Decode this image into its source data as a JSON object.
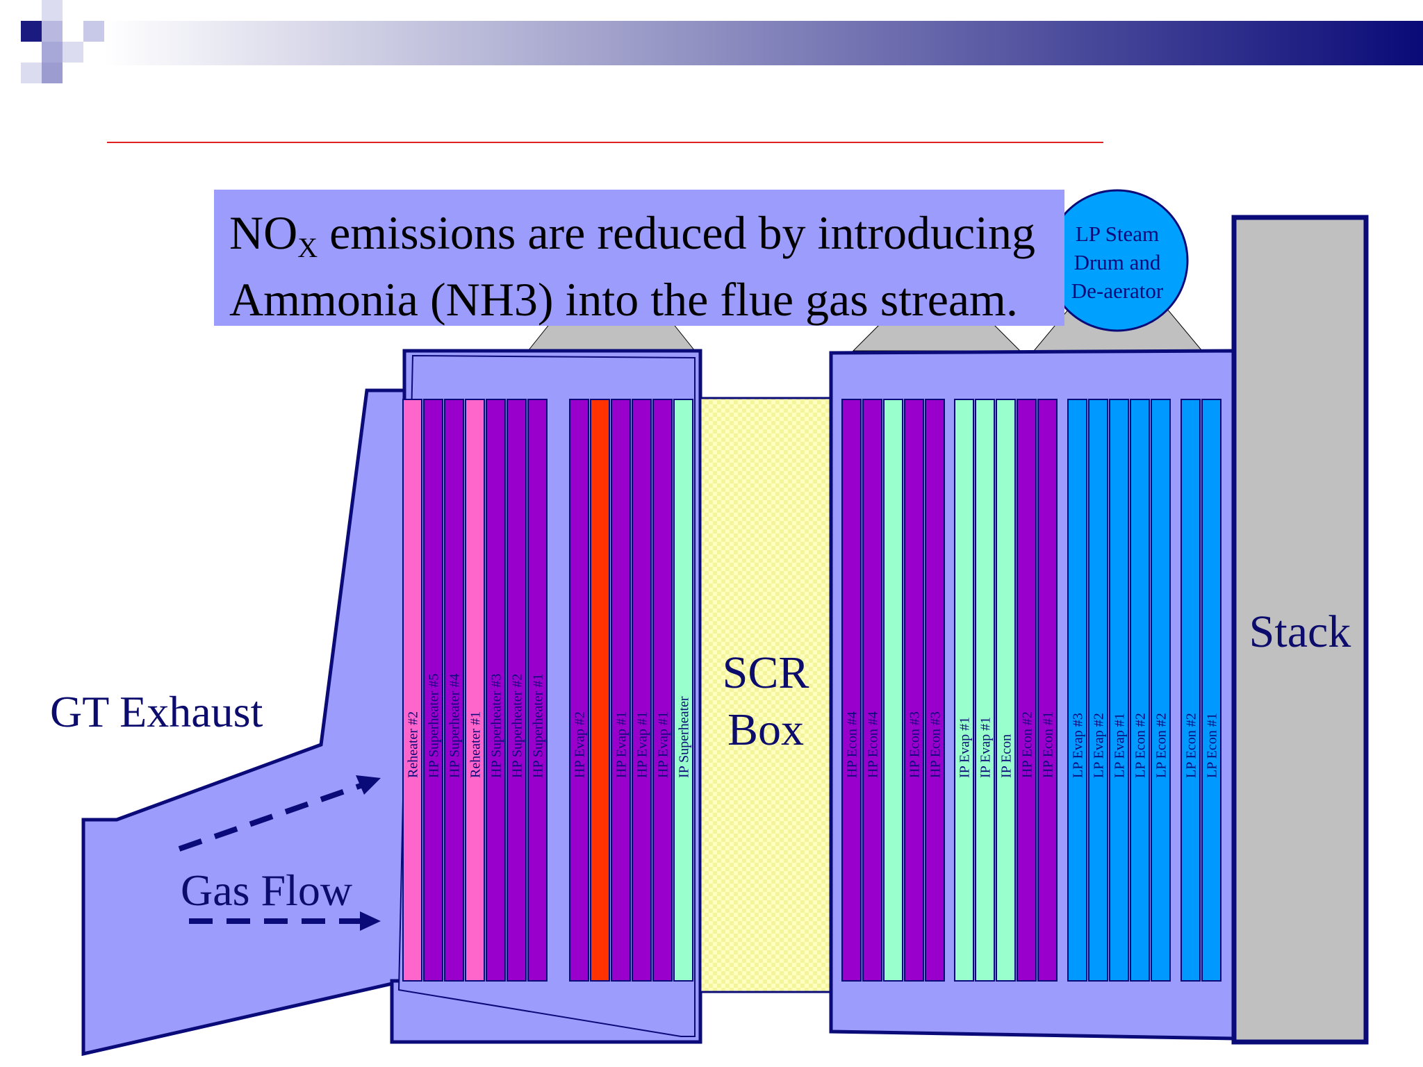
{
  "callout": {
    "text_pre": "NO",
    "text_sub": "X",
    "text_line1_rest": " emissions are reduced by introducing",
    "text_line2": "Ammonia (NH3) into the flue gas stream."
  },
  "labels": {
    "gt_exhaust": "GT Exhaust",
    "gas_flow": "Gas Flow",
    "scr_line1": "SCR",
    "scr_line2": "Box",
    "stack": "Stack",
    "drum": [
      "LP Steam",
      "Drum and",
      "De-aerator"
    ]
  },
  "colors": {
    "header_dark": "#0a0a78",
    "duct": "#9c9cfc",
    "outline": "#0a0a78",
    "rule": "#e02020",
    "stack": "#c0c0c0",
    "drum": "#00a0ff",
    "scr": "#ffffc0",
    "pink": "#ff66cc",
    "purple": "#9900cc",
    "red": "#ff3300",
    "mint": "#99ffcc",
    "blue": "#0099ff"
  },
  "tubes_left": [
    {
      "label": "Reheater #2",
      "color": "pink"
    },
    {
      "label": "HP Superheater #5",
      "color": "purple"
    },
    {
      "label": "HP Superheater #4",
      "color": "purple"
    },
    {
      "label": "Reheater #1",
      "color": "pink"
    },
    {
      "label": "HP Superheater #3",
      "color": "purple"
    },
    {
      "label": "HP Superheater #2",
      "color": "purple"
    },
    {
      "label": "HP Superheater #1",
      "color": "purple"
    },
    {
      "label": "HP Evap #2",
      "color": "purple"
    },
    {
      "label": "",
      "color": "red"
    },
    {
      "label": "HP Evap #1",
      "color": "purple"
    },
    {
      "label": "HP Evap #1",
      "color": "purple"
    },
    {
      "label": "HP Evap #1",
      "color": "purple"
    },
    {
      "label": "IP Superheater",
      "color": "mint"
    }
  ],
  "tubes_right": [
    {
      "label": "HP Econ #4",
      "color": "purple"
    },
    {
      "label": "HP Econ #4",
      "color": "purple"
    },
    {
      "label": "",
      "color": "mint"
    },
    {
      "label": "HP Econ #3",
      "color": "purple"
    },
    {
      "label": "HP Econ #3",
      "color": "purple"
    },
    {
      "label": "IP Evap #1",
      "color": "mint"
    },
    {
      "label": "IP Evap #1",
      "color": "mint"
    },
    {
      "label": "IP Econ",
      "color": "mint"
    },
    {
      "label": "HP Econ #2",
      "color": "purple"
    },
    {
      "label": "HP Econ #1",
      "color": "purple"
    },
    {
      "label": "LP Evap #3",
      "color": "blue"
    },
    {
      "label": "LP Evap #2",
      "color": "blue"
    },
    {
      "label": "LP Evap #1",
      "color": "blue"
    },
    {
      "label": "LP Econ #2",
      "color": "blue"
    },
    {
      "label": "LP Econ #2",
      "color": "blue"
    },
    {
      "label": "LP Econ #2",
      "color": "blue"
    },
    {
      "label": "LP Econ #1",
      "color": "blue"
    }
  ]
}
